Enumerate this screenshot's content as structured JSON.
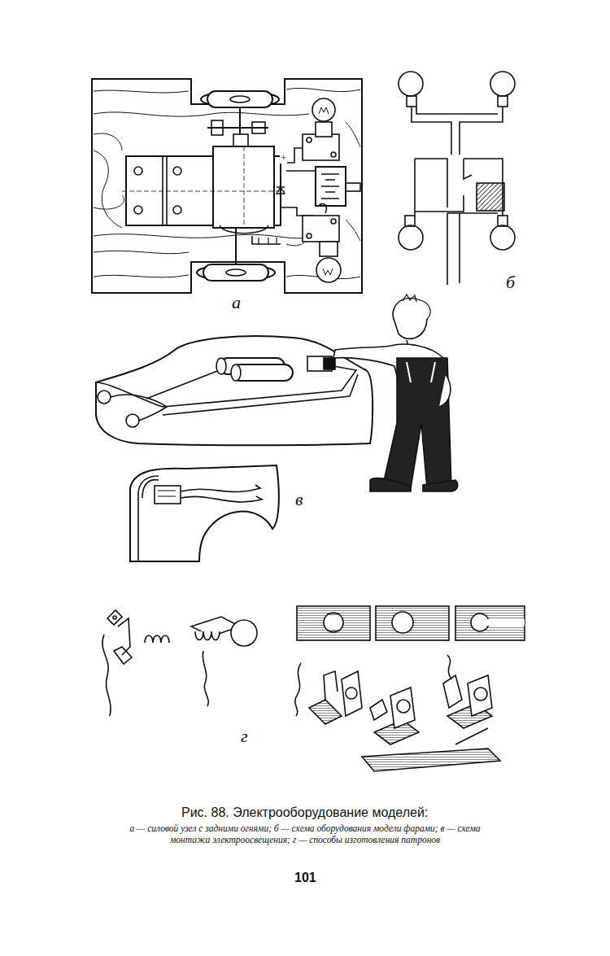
{
  "diagram": {
    "caption": "Рис. 88. Электрооборудование моделей:",
    "labels": [
      "а",
      "б",
      "в",
      "г",
      "+",
      "а — силовой узел с задними огнями; б — схема оборудования модели фарами; в — схема монтажа электроосвещения; г — способы изготовления патронов",
      "101"
    ]
  }
}
